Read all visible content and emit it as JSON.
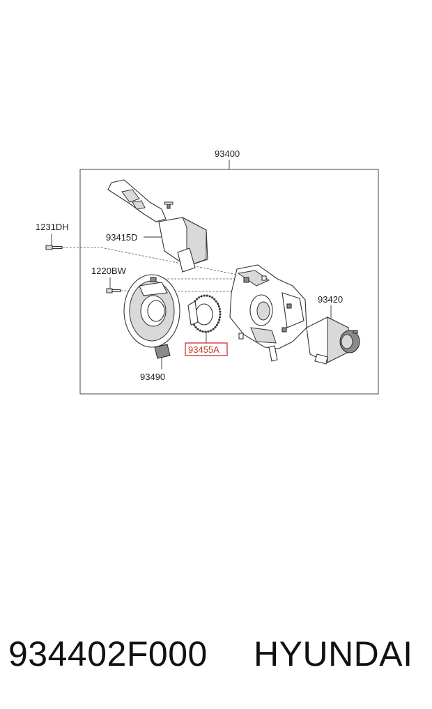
{
  "diagram": {
    "labels": {
      "assembly": "93400",
      "bolt_upper": "1231DH",
      "switch_lever": "93415D",
      "bolt_lower": "1220BW",
      "clock_spring": "93490",
      "ring": "93455A",
      "wiper_switch": "93420"
    },
    "highlight_color": "#d62c2c"
  },
  "footer": {
    "part_number": "934402F000",
    "brand": "HYUNDAI"
  }
}
